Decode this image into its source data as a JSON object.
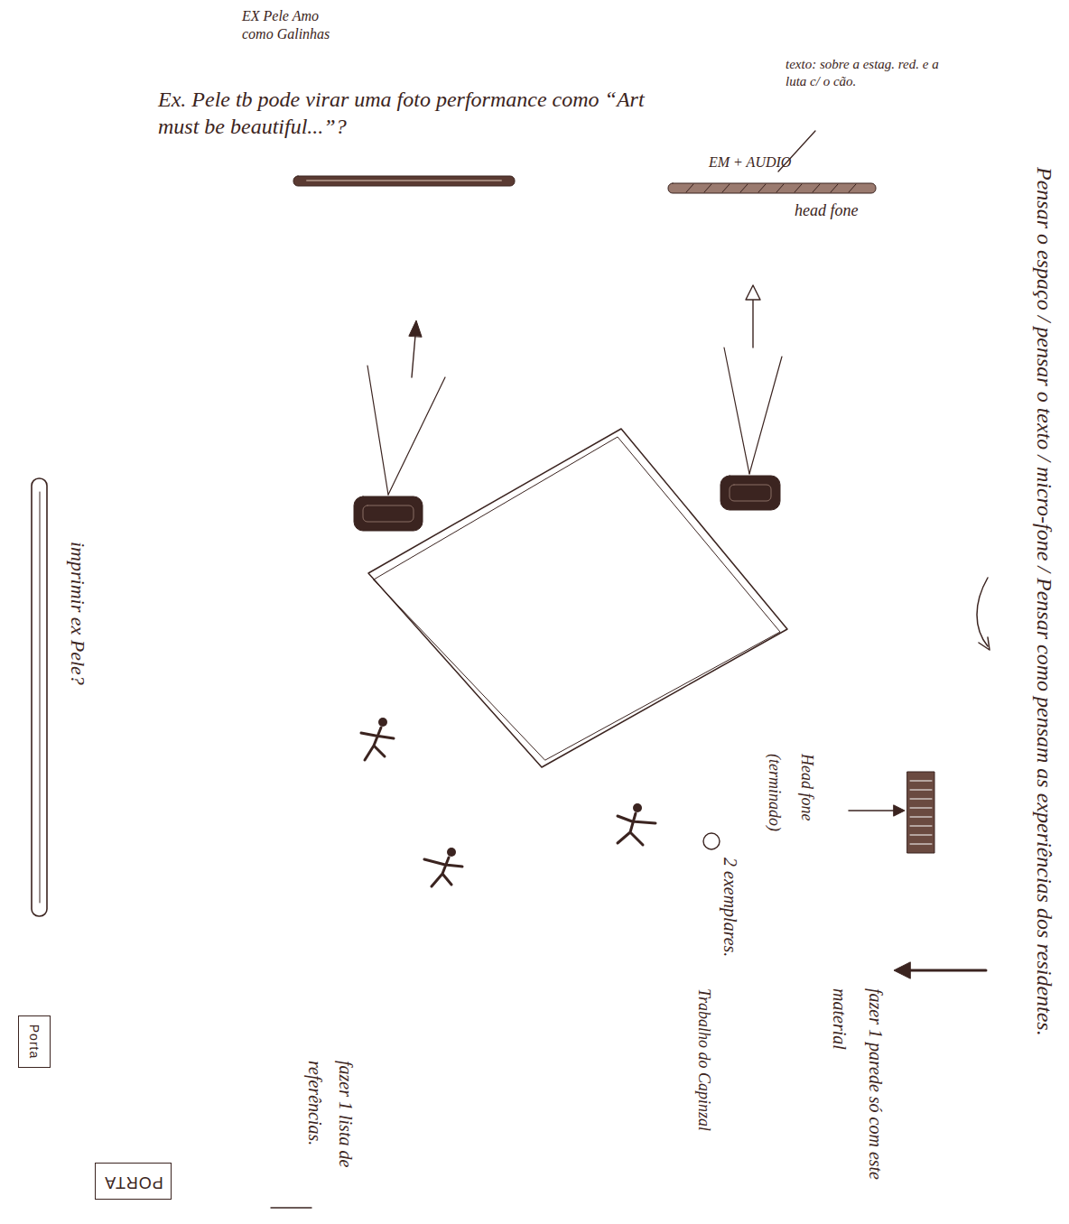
{
  "diagram": {
    "nodes": [
      {
        "text": [
          "Porta"
        ]
      },
      {
        "text": [
          "PORTA"
        ]
      }
    ],
    "labels": [
      "EX Pele Amo como Galinhas",
      "Ex. Pele tb pode virar uma foto performance como “Art must be beautiful...”?",
      "texto: sobre a estag. red. e a luta c/ o cão.",
      "EM + AUDIO",
      "head fone",
      "Pensar o espaço / pensar o texto / micro-fone / Pensar como pensam as experiências dos residentes.",
      "fazer 1 parede só com este material",
      "Head fone (terminado)",
      "2 exemplares.",
      "Trabalho do Capinzal",
      "fazer 1 lista de referências.",
      "imprimir ex Pele?"
    ]
  }
}
